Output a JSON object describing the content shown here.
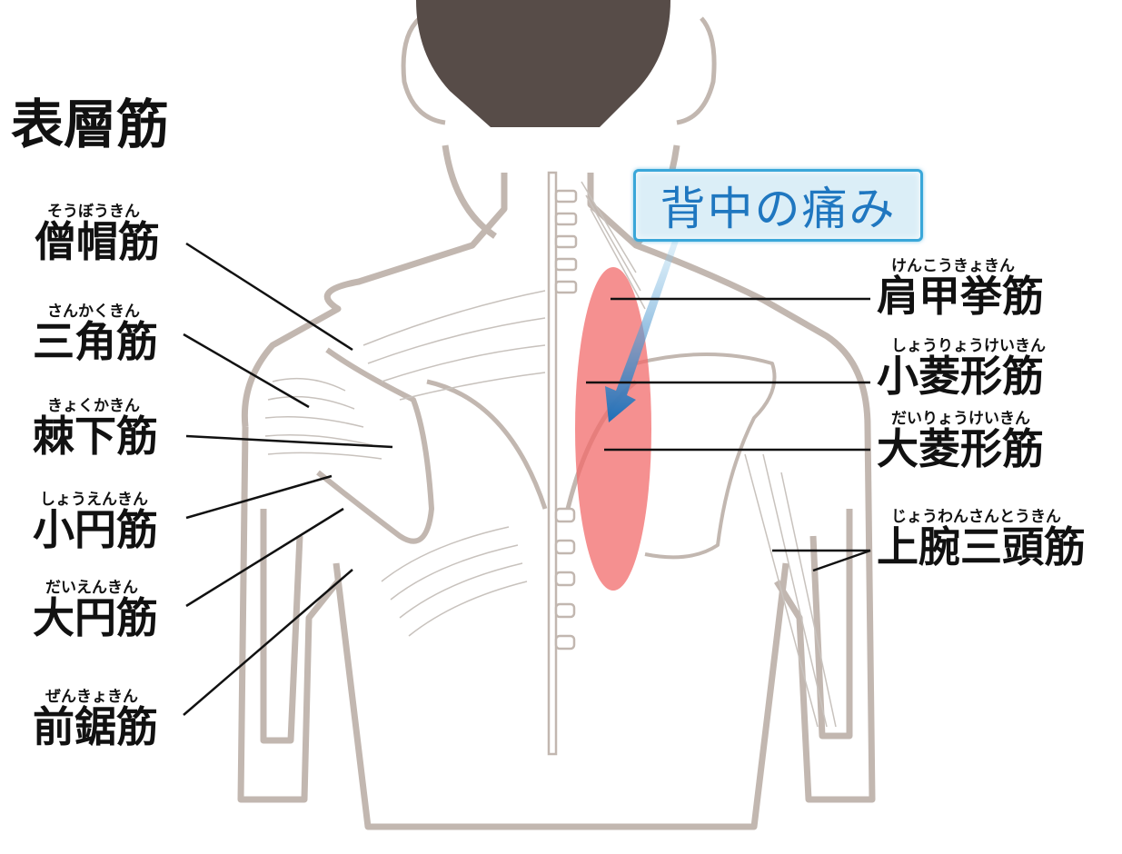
{
  "title": "表層筋",
  "callout": {
    "text": "背中の痛み",
    "border_color": "#3aa7d9",
    "text_color": "#1f77c0",
    "fill": "#dbeef7"
  },
  "colors": {
    "outline": "#c2b7b0",
    "muscle_line": "#c8c2bd",
    "hair": "#574c48",
    "pain_area": "#f26b6b",
    "arrow": "#1e6fb8",
    "leader_line": "#111111"
  },
  "labels_left": [
    {
      "id": "trapezius",
      "kanji": "僧帽筋",
      "ruby": "そうぼうきん"
    },
    {
      "id": "deltoid",
      "kanji": "三角筋",
      "ruby": "さんかくきん"
    },
    {
      "id": "infraspinatus",
      "kanji": "棘下筋",
      "ruby": "きょくかきん"
    },
    {
      "id": "teres-minor",
      "kanji": "小円筋",
      "ruby": "しょうえんきん"
    },
    {
      "id": "teres-major",
      "kanji": "大円筋",
      "ruby": "だいえんきん"
    },
    {
      "id": "serratus-anterior",
      "kanji": "前鋸筋",
      "ruby": "ぜんきょきん"
    }
  ],
  "labels_right": [
    {
      "id": "levator-scapulae",
      "kanji": "肩甲挙筋",
      "ruby": "けんこうきょきん"
    },
    {
      "id": "rhomboid-minor",
      "kanji": "小菱形筋",
      "ruby": "しょうりょうけいきん"
    },
    {
      "id": "rhomboid-major",
      "kanji": "大菱形筋",
      "ruby": "だいりょうけいきん"
    },
    {
      "id": "triceps",
      "kanji": "上腕三頭筋",
      "ruby": "じょうわんさんとうきん"
    }
  ]
}
